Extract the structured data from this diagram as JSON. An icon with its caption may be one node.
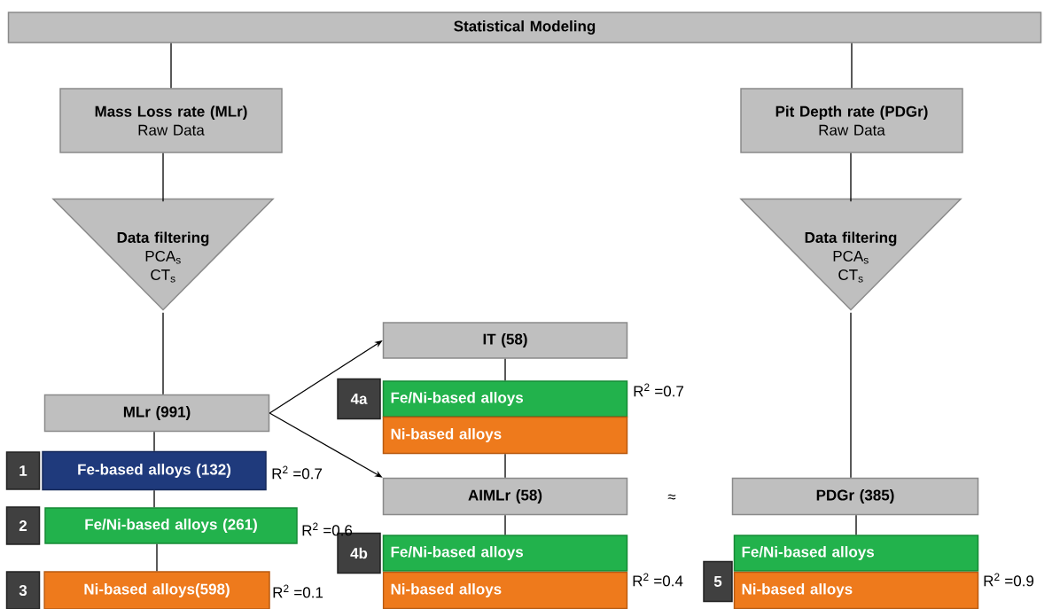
{
  "diagram": {
    "nodes": [
      {
        "text": [
          "Statistical Modeling"
        ]
      },
      {
        "text": [
          "Mass Loss rate (MLr)",
          "Raw Data"
        ]
      },
      {
        "text": [
          "Pit Depth rate (PDGr)",
          "Raw Data"
        ]
      },
      {
        "text": [
          "Data filtering",
          "PCA$_{s}$",
          "CT$_{s}$"
        ]
      },
      {
        "text": [
          "Data filtering",
          "PCA$_{s}$",
          "CT$_{s}$"
        ]
      },
      {
        "text": [
          "IT (58)"
        ]
      },
      {
        "text": [
          "MLr (991)"
        ]
      },
      {
        "text": [
          "4a"
        ]
      },
      {
        "text": [
          "Fe/Ni-based alloys"
        ]
      },
      {
        "text": [
          "Ni-based alloys"
        ]
      },
      {
        "text": [
          "1"
        ]
      },
      {
        "text": [
          "Fe-based alloys (132)"
        ]
      },
      {
        "text": [
          "AIMLr (58)"
        ]
      },
      {
        "text": [
          "PDGr (385)"
        ]
      },
      {
        "text": [
          "2"
        ]
      },
      {
        "text": [
          "Fe/Ni-based alloys (261)"
        ]
      },
      {
        "text": [
          "4b"
        ]
      },
      {
        "text": [
          "Fe/Ni-based alloys"
        ]
      },
      {
        "text": [
          "Ni-based alloys"
        ]
      },
      {
        "text": [
          "5"
        ]
      },
      {
        "text": [
          "Fe/Ni-based alloys"
        ]
      },
      {
        "text": [
          "Ni-based alloys"
        ]
      },
      {
        "text": [
          "3"
        ]
      },
      {
        "text": [
          "Ni-based alloys(598)"
        ]
      }
    ],
    "edges": [
      {
        "from": 0,
        "to": 1,
        "arrow": "none"
      },
      {
        "from": 0,
        "to": 2,
        "arrow": "none"
      },
      {
        "from": 1,
        "to": 3,
        "arrow": "none"
      },
      {
        "from": 2,
        "to": 4,
        "arrow": "none"
      },
      {
        "from": 3,
        "to": 6,
        "arrow": "none"
      },
      {
        "from": 6,
        "to": 5,
        "arrow": "to"
      },
      {
        "from": 6,
        "to": 12,
        "arrow": "to"
      },
      {
        "from": 5,
        "to": 8,
        "arrow": "none"
      },
      {
        "from": 9,
        "to": 12,
        "arrow": "none"
      },
      {
        "from": 6,
        "to": 11,
        "arrow": "none"
      },
      {
        "from": 11,
        "to": 15,
        "arrow": "none"
      },
      {
        "from": 15,
        "to": 23,
        "arrow": "none"
      },
      {
        "from": 12,
        "to": 17,
        "arrow": "none"
      },
      {
        "from": 4,
        "to": 13,
        "arrow": "none"
      },
      {
        "from": 13,
        "to": 20,
        "arrow": "none"
      }
    ],
    "labels": [
      "R$^{2}$ =0.7",
      "R$^{2}$ =0.7",
      "≈",
      "R$^{2}$ =0.6",
      "R$^{2}$ =0.4",
      "R$^{2}$ =0.9",
      "R$^{2}$ =0.1"
    ]
  }
}
